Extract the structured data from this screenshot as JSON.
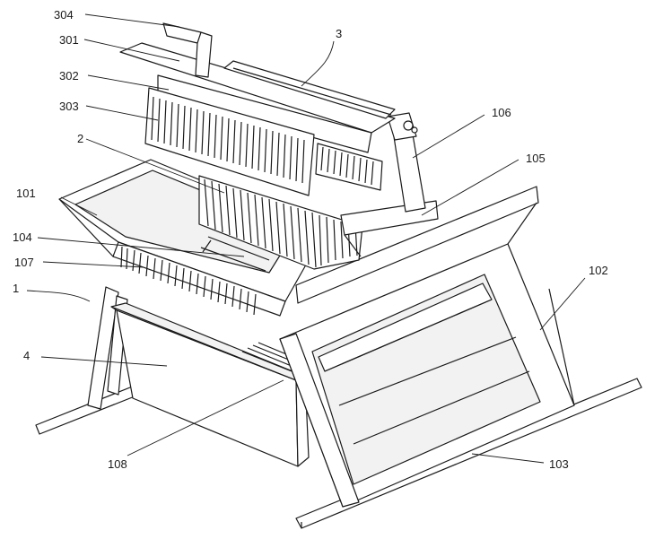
{
  "labels": {
    "l304": "304",
    "l301": "301",
    "l3": "3",
    "l302": "302",
    "l303": "303",
    "l106": "106",
    "l2": "2",
    "l105": "105",
    "l101": "101",
    "l104": "104",
    "l107": "107",
    "l1": "1",
    "l102": "102",
    "l4": "4",
    "l108": "108",
    "l103": "103"
  }
}
